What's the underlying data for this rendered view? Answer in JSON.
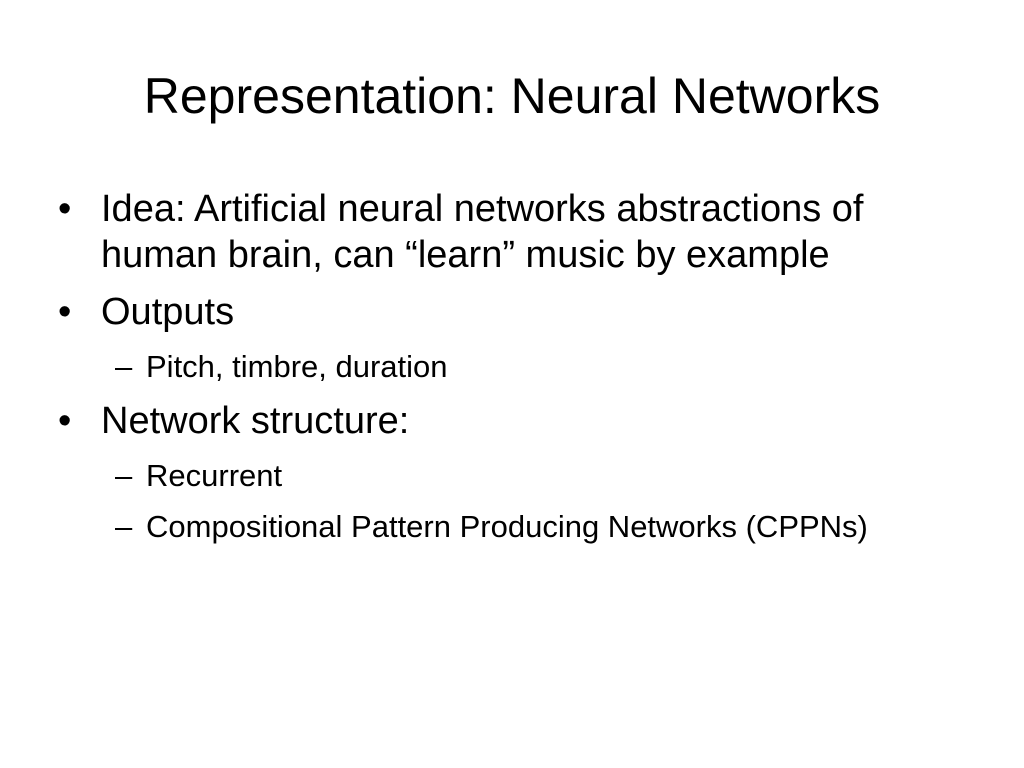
{
  "slide": {
    "title": "Representation: Neural Networks",
    "bullet_marker": "•",
    "sub_bullet_marker": "–",
    "bullets": [
      {
        "text": "Idea: Artificial neural networks abstractions of human brain, can “learn” music by example",
        "sub_items": []
      },
      {
        "text": "Outputs",
        "sub_items": [
          "Pitch, timbre, duration"
        ]
      },
      {
        "text": "Network structure:",
        "sub_items": [
          "Recurrent",
          "Compositional Pattern Producing Networks (CPPNs)"
        ]
      }
    ]
  }
}
